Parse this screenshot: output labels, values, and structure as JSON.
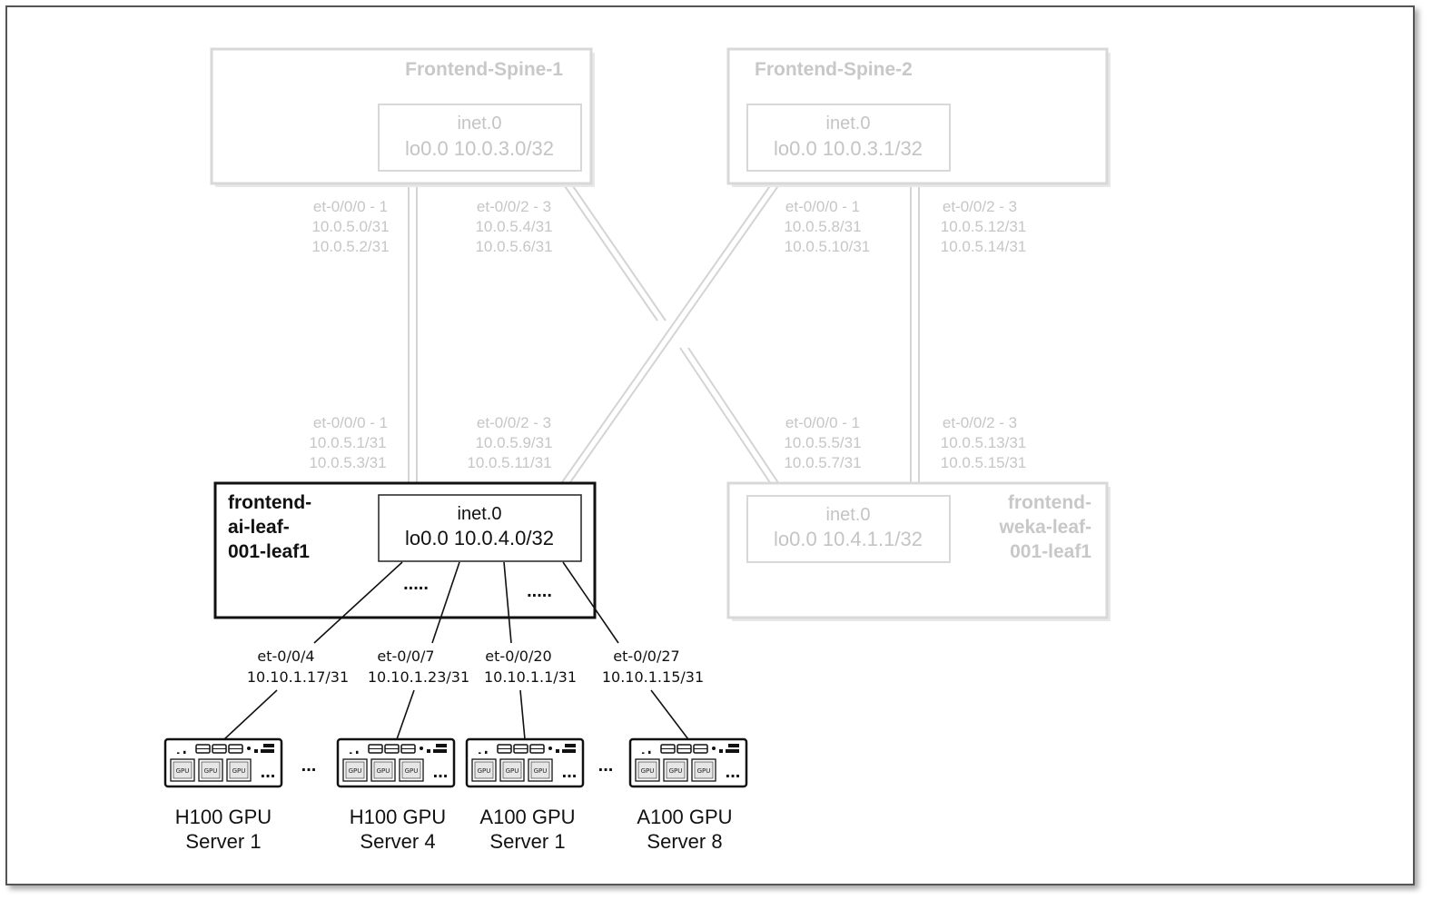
{
  "spine1": {
    "title": "Frontend-Spine-1",
    "inet": "inet.0",
    "lo": "lo0.0 10.0.3.0/32"
  },
  "spine2": {
    "title": "Frontend-Spine-2",
    "inet": "inet.0",
    "lo": "lo0.0 10.0.3.1/32"
  },
  "ai_leaf": {
    "title": [
      "frontend-",
      "ai-leaf-",
      "001-leaf1"
    ],
    "inet": "inet.0",
    "lo": "lo0.0 10.0.4.0/32",
    "dots": "....."
  },
  "weka_leaf": {
    "title": [
      "frontend-",
      "weka-leaf-",
      "001-leaf1"
    ],
    "inet": "inet.0",
    "lo": "lo0.0 10.4.1.1/32"
  },
  "spine_ports": [
    [
      "et-0/0/0 - 1",
      "10.0.5.0/31",
      "10.0.5.2/31"
    ],
    [
      "et-0/0/2 - 3",
      "10.0.5.4/31",
      "10.0.5.6/31"
    ],
    [
      "et-0/0/0 - 1",
      "10.0.5.8/31",
      "10.0.5.10/31"
    ],
    [
      "et-0/0/2 - 3",
      "10.0.5.12/31",
      "10.0.5.14/31"
    ]
  ],
  "leaf_ports": [
    [
      "et-0/0/0 - 1",
      "10.0.5.1/31",
      "10.0.5.3/31"
    ],
    [
      "et-0/0/2 - 3",
      "10.0.5.9/31",
      "10.0.5.11/31"
    ],
    [
      "et-0/0/0 - 1",
      "10.0.5.5/31",
      "10.0.5.7/31"
    ],
    [
      "et-0/0/2 - 3",
      "10.0.5.13/31",
      "10.0.5.15/31"
    ]
  ],
  "server_links": [
    [
      "et-0/0/4",
      "10.10.1.17/31"
    ],
    [
      "et-0/0/7",
      "10.10.1.23/31"
    ],
    [
      "et-0/0/20",
      "10.10.1.1/31"
    ],
    [
      "et-0/0/27",
      "10.10.1.15/31"
    ]
  ],
  "servers": [
    [
      "H100 GPU",
      "Server 1"
    ],
    [
      "H100 GPU",
      "Server 4"
    ],
    [
      "A100 GPU",
      "Server 1"
    ],
    [
      "A100 GPU",
      "Server 8"
    ]
  ],
  "server_gap_dots": "...",
  "server_chip_label": "GPU",
  "server_chip_extra": "..."
}
